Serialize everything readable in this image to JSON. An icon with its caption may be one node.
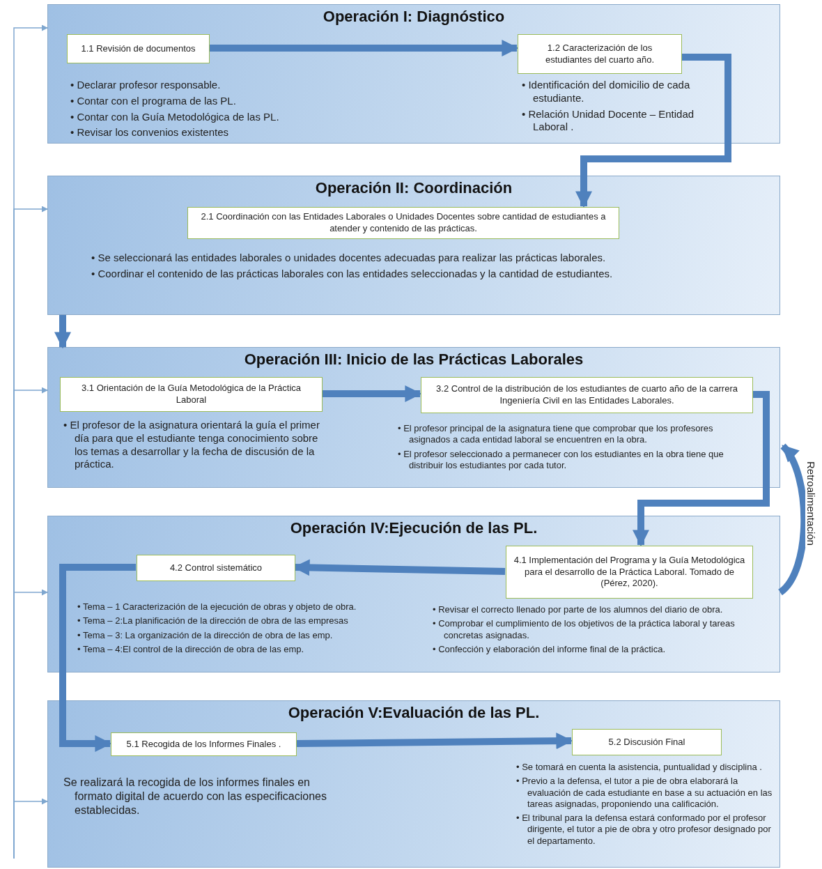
{
  "diagram": {
    "nodes": [
      {
        "text": [
          "Operación I: Diagnóstico"
        ]
      },
      {
        "text": [
          "1.1 Revisión de documentos"
        ],
        "in": 0,
        "beside": [
          "• Declarar profesor responsable.",
          "• Contar con el programa de las PL.",
          "• Contar con la Guía Metodológica de las PL.",
          "• Revisar los convenios existentes"
        ]
      },
      {
        "text": [
          "1.2 Caracterización de los estudiantes del cuarto año."
        ],
        "in": 0,
        "beside": [
          "• Identificación del domicilio de cada estudiante.",
          "• Relación Unidad Docente – Entidad Laboral ."
        ]
      },
      {
        "text": [
          "Operación II: Coordinación"
        ]
      },
      {
        "text": [
          "2.1 Coordinación con las Entidades Laborales o Unidades Docentes sobre cantidad de estudiantes a atender y contenido de las prácticas."
        ],
        "in": 3,
        "beside": [
          "• Se seleccionará las entidades laborales o unidades docentes adecuadas para realizar las prácticas laborales.",
          "• Coordinar el contenido de las prácticas laborales con las entidades seleccionadas y la cantidad de estudiantes."
        ]
      },
      {
        "text": [
          "Operación III: Inicio de las Prácticas Laborales"
        ]
      },
      {
        "text": [
          "3.1 Orientación de la Guía Metodológica de la Práctica Laboral"
        ],
        "in": 5,
        "beside": [
          "• El profesor de la asignatura orientará la guía el primer día para que el estudiante tenga conocimiento sobre los temas a desarrollar y la fecha de discusión de la práctica."
        ]
      },
      {
        "text": [
          "3.2 Control de la distribución de los estudiantes de cuarto año de la carrera Ingeniería Civil en las Entidades Laborales."
        ],
        "in": 5,
        "beside": [
          "• El profesor principal de la asignatura tiene que comprobar que los profesores asignados a cada entidad laboral se encuentren en la obra.",
          "• El profesor seleccionado a permanecer con los estudiantes en la obra tiene que distribuir los estudiantes por cada tutor."
        ]
      },
      {
        "text": [
          "Operación IV:Ejecución de las PL."
        ]
      },
      {
        "text": [
          "4.2 Control sistemático"
        ],
        "in": 8,
        "beside": [
          "• Tema – 1 Caracterización de la ejecución de obras y objeto de obra.",
          "• Tema – 2:La planificación de la dirección de obra de las empresas",
          "• Tema – 3: La organización de la dirección de obra de las emp.",
          "• Tema – 4:El control de la dirección de obra de las emp."
        ]
      },
      {
        "text": [
          "4.1 Implementación del Programa y la Guía Metodológica para el desarrollo de la Práctica Laboral. Tomado de (Pérez, 2020)."
        ],
        "in": 8,
        "beside": [
          "• Revisar el correcto llenado por parte de los alumnos del diario de obra.",
          "• Comprobar el cumplimiento de los objetivos de la práctica laboral y tareas concretas asignadas.",
          "• Confección y elaboración del informe final de la práctica."
        ]
      },
      {
        "text": [
          "Operación V:Evaluación de las PL."
        ]
      },
      {
        "text": [
          "5.1 Recogida de los Informes Finales ."
        ],
        "in": 11,
        "beside": [
          "Se realizará la recogida de los informes finales en formato digital de acuerdo con las especificaciones establecidas."
        ]
      },
      {
        "text": [
          "5.2 Discusión Final"
        ],
        "in": 11,
        "beside": [
          "• Se tomará en cuenta la asistencia, puntualidad y disciplina .",
          "• Previo a la defensa, el tutor a pie de obra elaborará la evaluación de cada estudiante en base a su actuación en las tareas asignadas, proponiendo una calificación.",
          "• El tribunal para la defensa estará conformado por el profesor dirigente, el tutor a pie de obra y otro profesor designado por el departamento."
        ]
      }
    ],
    "edges": [
      {
        "from": 1,
        "to": 2,
        "arrow": "to"
      },
      {
        "from": 2,
        "to": 4,
        "arrow": "to"
      },
      {
        "from": 3,
        "to": 5,
        "arrow": "to"
      },
      {
        "from": 6,
        "to": 7,
        "arrow": "to"
      },
      {
        "from": 7,
        "to": 10,
        "arrow": "to"
      },
      {
        "from": 10,
        "to": 9,
        "arrow": "to"
      },
      {
        "from": 9,
        "to": 12,
        "arrow": "to"
      },
      {
        "from": 12,
        "to": 13,
        "arrow": "to"
      },
      {
        "from": 8,
        "to": 5,
        "arrow": "to",
        "label": "Retroalimentación"
      },
      {
        "from": null,
        "to": 0,
        "arrow": "to",
        "color": "#7fa7cf"
      },
      {
        "from": null,
        "to": 3,
        "arrow": "to",
        "color": "#7fa7cf"
      },
      {
        "from": null,
        "to": 5,
        "arrow": "to",
        "color": "#7fa7cf"
      },
      {
        "from": null,
        "to": 8,
        "arrow": "to",
        "color": "#7fa7cf"
      },
      {
        "from": null,
        "to": 11,
        "arrow": "to",
        "color": "#7fa7cf"
      }
    ]
  }
}
